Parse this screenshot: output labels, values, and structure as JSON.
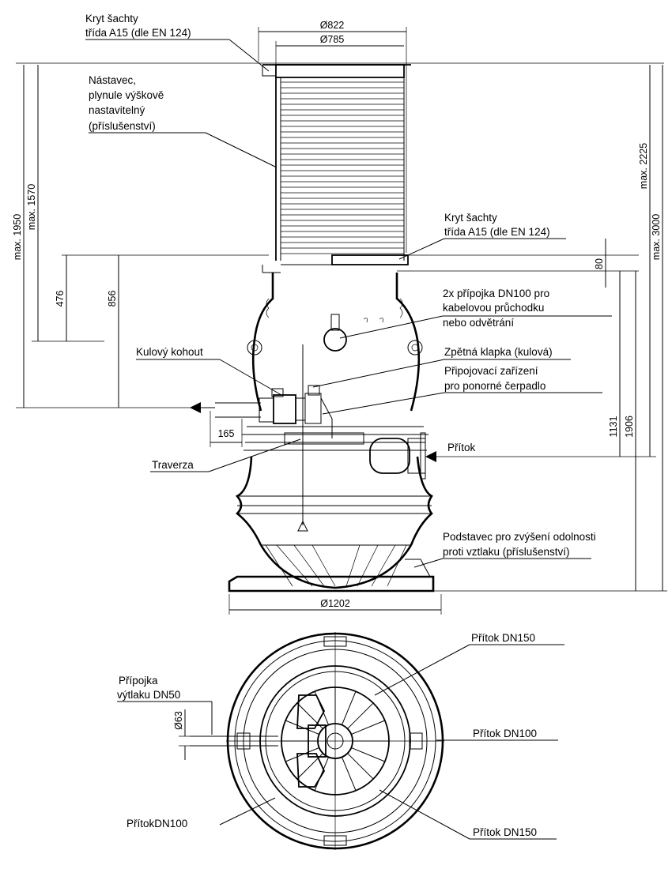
{
  "labels": {
    "cover_top": [
      "Kryt šachty",
      "třída A15 (dle EN 124)"
    ],
    "extension": [
      "Nástavec,",
      "plynule výškově",
      "nastavitelný",
      "(příslušenství)"
    ],
    "cover_mid": [
      "Kryt šachty",
      "třída A15 (dle EN 124)"
    ],
    "connection": [
      "2x přípojka DN100 pro",
      "kabelovou průchodku",
      "nebo odvětrání"
    ],
    "ball_valve": "Kulový kohout",
    "check_valve": "Zpětná klapka (kulová)",
    "pump_connection": [
      "Připojovací zařízení",
      "pro ponorné čerpadlo"
    ],
    "traverse": "Traverza",
    "inflow": "Přítok",
    "base": [
      "Podstavec pro zvýšení odolnosti",
      "proti vztlaku (příslušenství)"
    ],
    "discharge": [
      "Přípojka",
      "výtlaku DN50"
    ],
    "inflow_dn150_top": "Přítok DN150",
    "inflow_dn100_right": "Přítok DN100",
    "inflow_dn100_left": "PřítokDN100",
    "inflow_dn150_bottom": "Přítok DN150"
  },
  "dimensions": {
    "d822": "Ø822",
    "d785": "Ø785",
    "d1202": "Ø1202",
    "d63": "Ø63",
    "max1950": "max. 1950",
    "max1570": "max. 1570",
    "max2225": "max. 2225",
    "max3000": "max. 3000",
    "d476": "476",
    "d856": "856",
    "d80": "80",
    "d1131": "1131",
    "d1906": "1906",
    "d165": "165"
  }
}
